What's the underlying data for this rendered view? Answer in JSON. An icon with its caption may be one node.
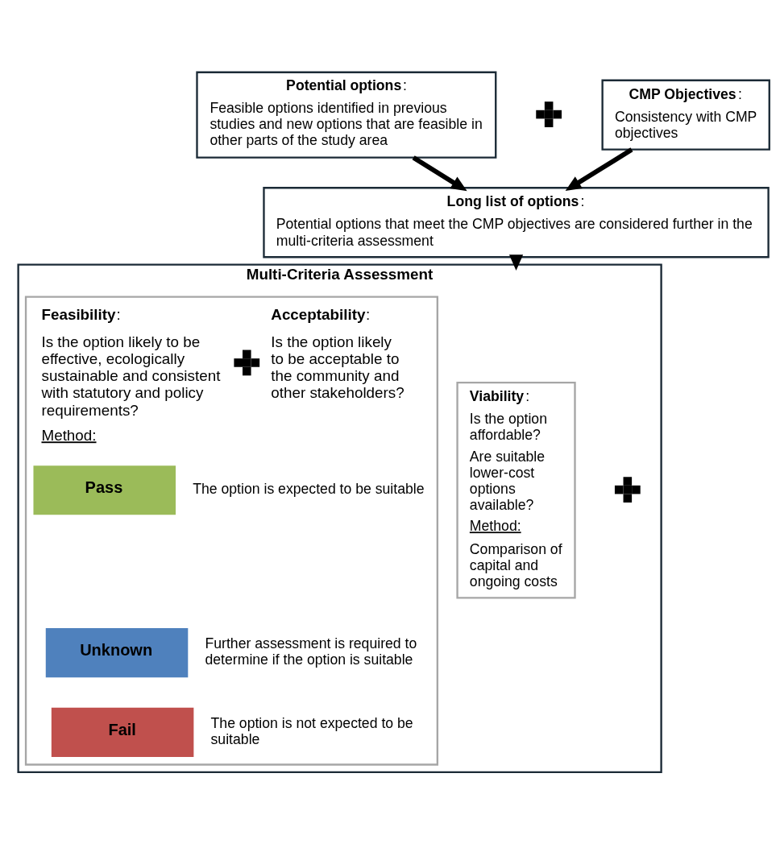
{
  "diagram": {
    "nodes": [
      {
        "text": [
          "**Potential options**:",
          "Feasible options identified in previous studies and new options that are feasible in other parts of the study area"
        ]
      },
      {
        "text": [
          "**CMP Objectives**:",
          "Consistency with CMP objectives"
        ]
      },
      {
        "text": [
          "**Long list of options**:",
          "Potential options that meet the CMP objectives are considered further in the multi-criteria assessment"
        ]
      },
      {
        "text": [
          "Multi-Criteria Assessment"
        ]
      },
      {
        "text": [
          "**Viability**:",
          "Is the option affordable?",
          "Are suitable lower-cost options available?",
          "Method:",
          "Comparison of capital and ongoing costs"
        ],
        "in": 3
      },
      {
        "text": [
          "**Feasibility**:",
          "Is the option likely to be effective, ecologically sustainable and consistent with statutory and policy requirements?",
          "**Acceptability**:",
          "Is the option likely to be acceptable to the community and other stakeholders?",
          "Method:"
        ],
        "in": 3
      },
      {
        "text": [
          "Pass"
        ],
        "beside": [
          "The option is expected to be suitable"
        ],
        "in": 5
      },
      {
        "text": [
          "Unknown"
        ],
        "beside": [
          "Further assessment is required to determine if the option is suitable"
        ],
        "in": 5
      },
      {
        "text": [
          "Fail"
        ],
        "beside": [
          "The option is not expected to be suitable"
        ],
        "in": 5
      }
    ],
    "edges": [
      {
        "from": 0,
        "to": 2,
        "arrow": "to"
      },
      {
        "from": 1,
        "to": 2,
        "arrow": "to"
      },
      {
        "from": 2,
        "to": 3,
        "arrow": "to"
      }
    ]
  }
}
